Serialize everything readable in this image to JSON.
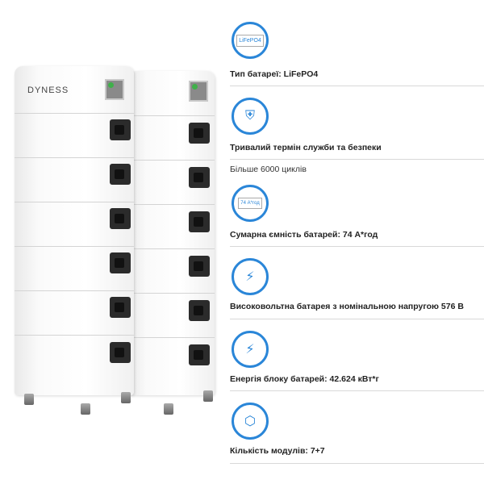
{
  "brand": {
    "logo": "DYNESS"
  },
  "features": [
    {
      "icon": "lifepo4-battery-icon",
      "icon_text": "LiFePO4",
      "title": "Тип батареї: LiFePO4"
    },
    {
      "icon": "shield-bolt-icon",
      "title": "Тривалий термін служби та безпеки",
      "subtitle": "Більше 6000 циклів"
    },
    {
      "icon": "battery-capacity-icon",
      "icon_text": "74 А*год",
      "title": "Сумарна ємність батарей: 74 А*год"
    },
    {
      "icon": "strong-battery-icon",
      "title": "Високовольтна батарея з номінальною напругою 576 В"
    },
    {
      "icon": "battery-cells-icon",
      "title": "Енергія блоку батарей: 42.624 кВт*г"
    },
    {
      "icon": "modules-hexagon-icon",
      "title": "Кількість модулів: 7+7"
    }
  ],
  "colors": {
    "accent": "#2a86d8"
  }
}
